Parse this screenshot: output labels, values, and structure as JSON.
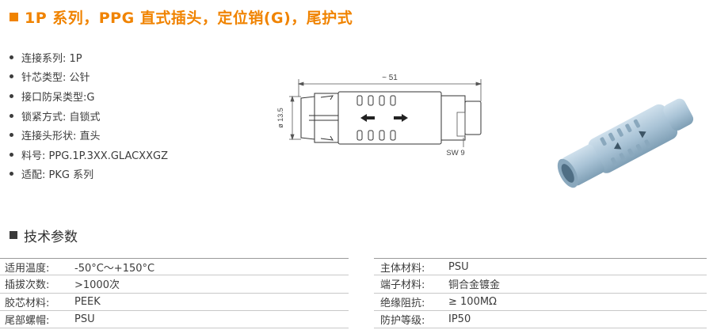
{
  "title": "1P 系列，PPG 直式插头，定位销(G)，尾护式",
  "specs": [
    "连接系列: 1P",
    "针芯类型: 公针",
    "接口防呆类型:G",
    "锁紧方式: 自锁式",
    "连接头形状: 直头",
    "料号: PPG.1P.3XX.GLACXXGZ",
    "适配: PKG 系列"
  ],
  "drawing": {
    "length_label": "~ 51",
    "diameter_label": "ø 13.5",
    "sw_label": "SW 9"
  },
  "section_title": "技术参数",
  "params_left": [
    {
      "label": "适用温度:",
      "value": "-50°C～+150°C"
    },
    {
      "label": "插拔次数:",
      "value": ">1000次"
    },
    {
      "label": "胶芯材料:",
      "value": "PEEK"
    },
    {
      "label": "尾部螺帽:",
      "value": "PSU"
    }
  ],
  "params_right": [
    {
      "label": "主体材料:",
      "value": "PSU"
    },
    {
      "label": "端子材料:",
      "value": "铜合金镀金"
    },
    {
      "label": "绝缘阻抗:",
      "value": "≥ 100MΩ"
    },
    {
      "label": "防护等级:",
      "value": "IP50"
    }
  ],
  "colors": {
    "accent": "#f08300",
    "text": "#3c3c3c",
    "connector_body": "#a9c3d6"
  }
}
